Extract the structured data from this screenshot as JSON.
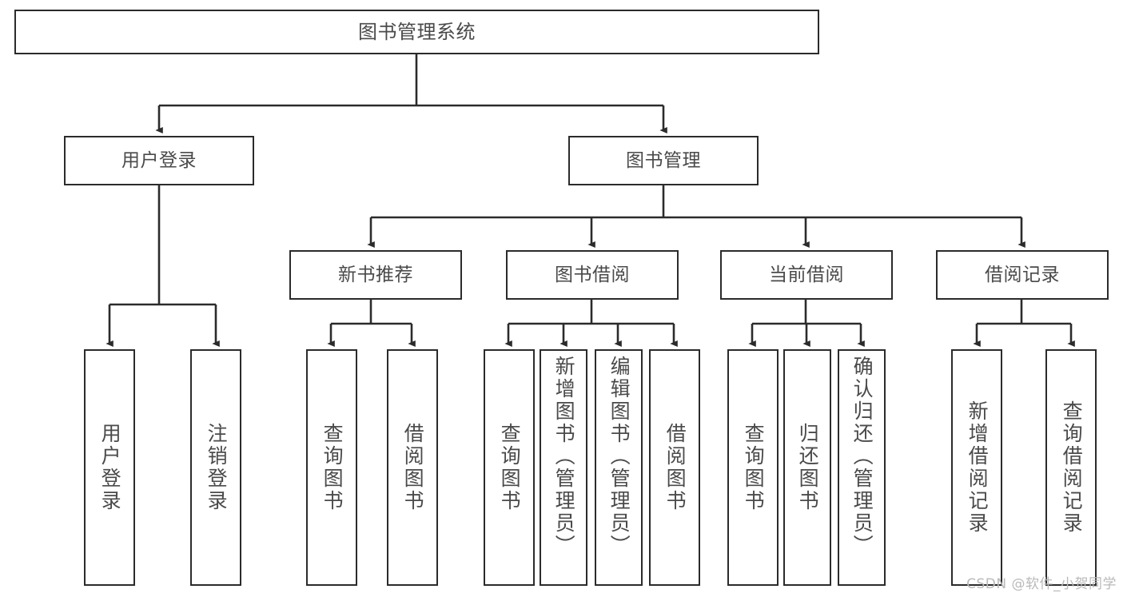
{
  "diagram": {
    "title": "图书管理系统",
    "type": "tree-hierarchy-diagram",
    "colors": {
      "box_border": "#2b2b2b",
      "box_fill": "#ffffff",
      "edge": "#2b2b2b",
      "text": "#4a4a4a",
      "watermark": "#b9b9b9",
      "background": "#ffffff"
    },
    "nodes": {
      "root": {
        "label": "图书管理系统"
      },
      "level2": [
        {
          "label": "用户登录"
        },
        {
          "label": "图书管理"
        }
      ],
      "level3": [
        {
          "label": "新书推荐"
        },
        {
          "label": "图书借阅"
        },
        {
          "label": "当前借阅"
        },
        {
          "label": "借阅记录"
        }
      ],
      "leaves": {
        "user_login": [
          {
            "label": "用户登录"
          },
          {
            "label": "注销登录"
          }
        ],
        "new_book": [
          {
            "label": "查询图书"
          },
          {
            "label": "借阅图书"
          }
        ],
        "book_borrow": [
          {
            "label": "查询图书"
          },
          {
            "label": "新增图书（管理员）"
          },
          {
            "label": "编辑图书（管理员）"
          },
          {
            "label": "借阅图书"
          }
        ],
        "current_borrow": [
          {
            "label": "查询图书"
          },
          {
            "label": "归还图书"
          },
          {
            "label": "确认归还（管理员）"
          }
        ],
        "borrow_record": [
          {
            "label": "新增借阅记录"
          },
          {
            "label": "查询借阅记录"
          }
        ]
      }
    },
    "watermark": "CSDN @软件_小贺同学"
  }
}
